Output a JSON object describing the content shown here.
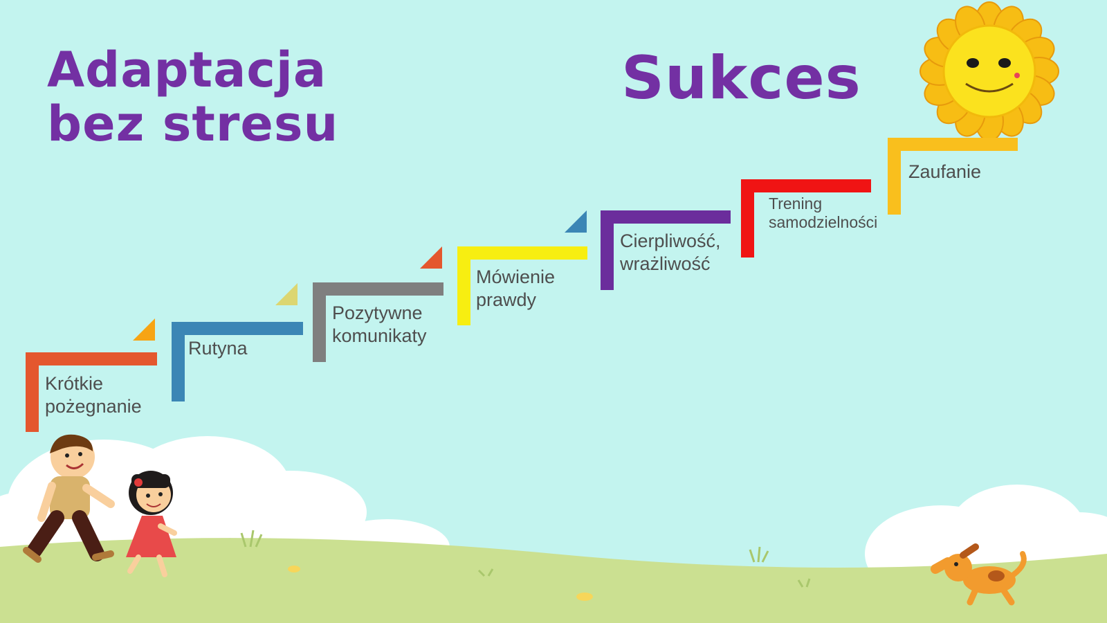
{
  "title_left": {
    "line1": "Adaptacja",
    "line2": "bez stresu"
  },
  "title_right": "Sukces",
  "steps": [
    {
      "line1": "Krótkie",
      "line2": "pożegnanie",
      "color": "#e4572e"
    },
    {
      "line1": "Rutyna",
      "line2": "",
      "color": "#3b86b5"
    },
    {
      "line1": "Pozytywne",
      "line2": "komunikaty",
      "color": "#7f7f7f"
    },
    {
      "line1": "Mówienie",
      "line2": "prawdy",
      "color": "#f7ee11"
    },
    {
      "line1": "Cierpliwość,",
      "line2": "wrażliwość",
      "color": "#6b2d9c"
    },
    {
      "line1": "Trening",
      "line2": "samodzielności",
      "color": "#f01414"
    },
    {
      "line1": "Zaufanie",
      "line2": "",
      "color": "#f9bf1d"
    }
  ],
  "accent_triangles": [
    "#f7a414",
    "#dcd671",
    "#e4572e",
    "#3b86b5"
  ],
  "colors": {
    "sky": "#c3f4ef",
    "grass": "#cbe091",
    "title": "#7330a3",
    "sun_petals": "#f7bd14",
    "sun_face": "#fbe21e"
  },
  "icons": [
    "sun-icon",
    "boy-icon",
    "girl-icon",
    "dog-icon",
    "cloud-icon"
  ]
}
